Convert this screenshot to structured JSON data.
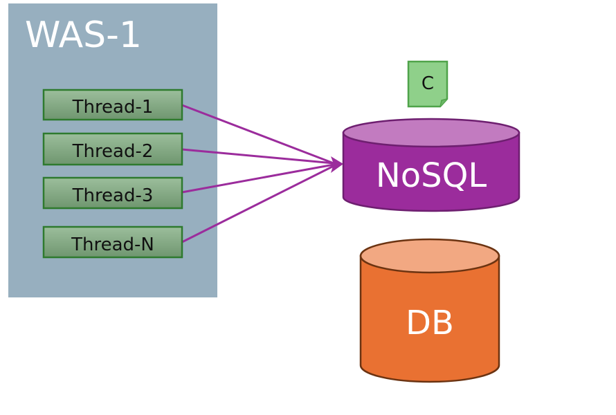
{
  "was": {
    "title": "WAS-1",
    "threads": [
      "Thread-1",
      "Thread-2",
      "Thread-3",
      "Thread-N"
    ]
  },
  "cache": {
    "label": "NoSQL"
  },
  "document": {
    "label": "C"
  },
  "database": {
    "label": "DB"
  },
  "colors": {
    "was_panel": "#97AFBF",
    "thread_fill": "#7FA37F",
    "thread_border": "#2E7A2E",
    "arrow": "#9B2C9C",
    "nosql_body": "#9B2C9C",
    "nosql_top": "#C27BC0",
    "db_body": "#E97132",
    "db_top": "#F2A882",
    "doc_fill": "#8FD08A",
    "doc_border": "#4FA34A"
  }
}
